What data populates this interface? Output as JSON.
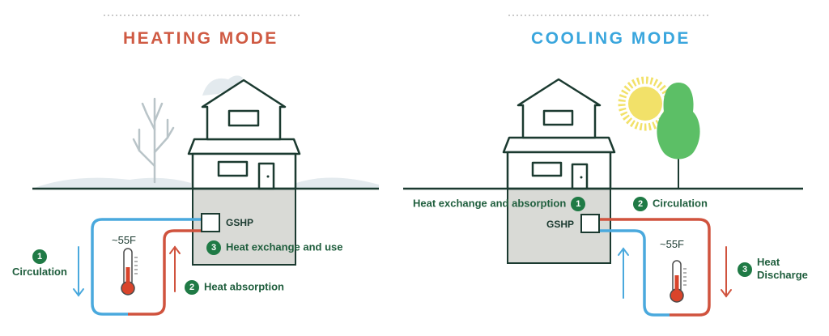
{
  "heating": {
    "title": "HEATING MODE",
    "title_color": "#cf5a43",
    "gshp": "GSHP",
    "temperature": "~55F",
    "steps": [
      {
        "number": "1",
        "label": "Circulation"
      },
      {
        "number": "2",
        "label": "Heat absorption"
      },
      {
        "number": "3",
        "label": "Heat exchange and use"
      }
    ]
  },
  "cooling": {
    "title": "COOLING MODE",
    "title_color": "#3aa6dd",
    "gshp": "GSHP",
    "temperature": "~55F",
    "steps": [
      {
        "number": "1",
        "label": "Heat exchange and absorption"
      },
      {
        "number": "2",
        "label": "Circulation"
      },
      {
        "number": "3",
        "label_line1": "Heat",
        "label_line2": "Discharge"
      }
    ]
  },
  "colors": {
    "badge_green": "#1f7a45",
    "label_green": "#1f5e3d",
    "house_outline": "#1b3a30",
    "ground_gray": "#d9dad6",
    "pipe_blue": "#4aa9dd",
    "pipe_red": "#d0533e",
    "snow": "#e3eaee",
    "sun": "#f2e169",
    "tree_green": "#5cbf66"
  },
  "icons": [
    "bare-tree-icon",
    "sun-icon",
    "green-tree-icon",
    "thermometer-icon",
    "house-icon"
  ]
}
